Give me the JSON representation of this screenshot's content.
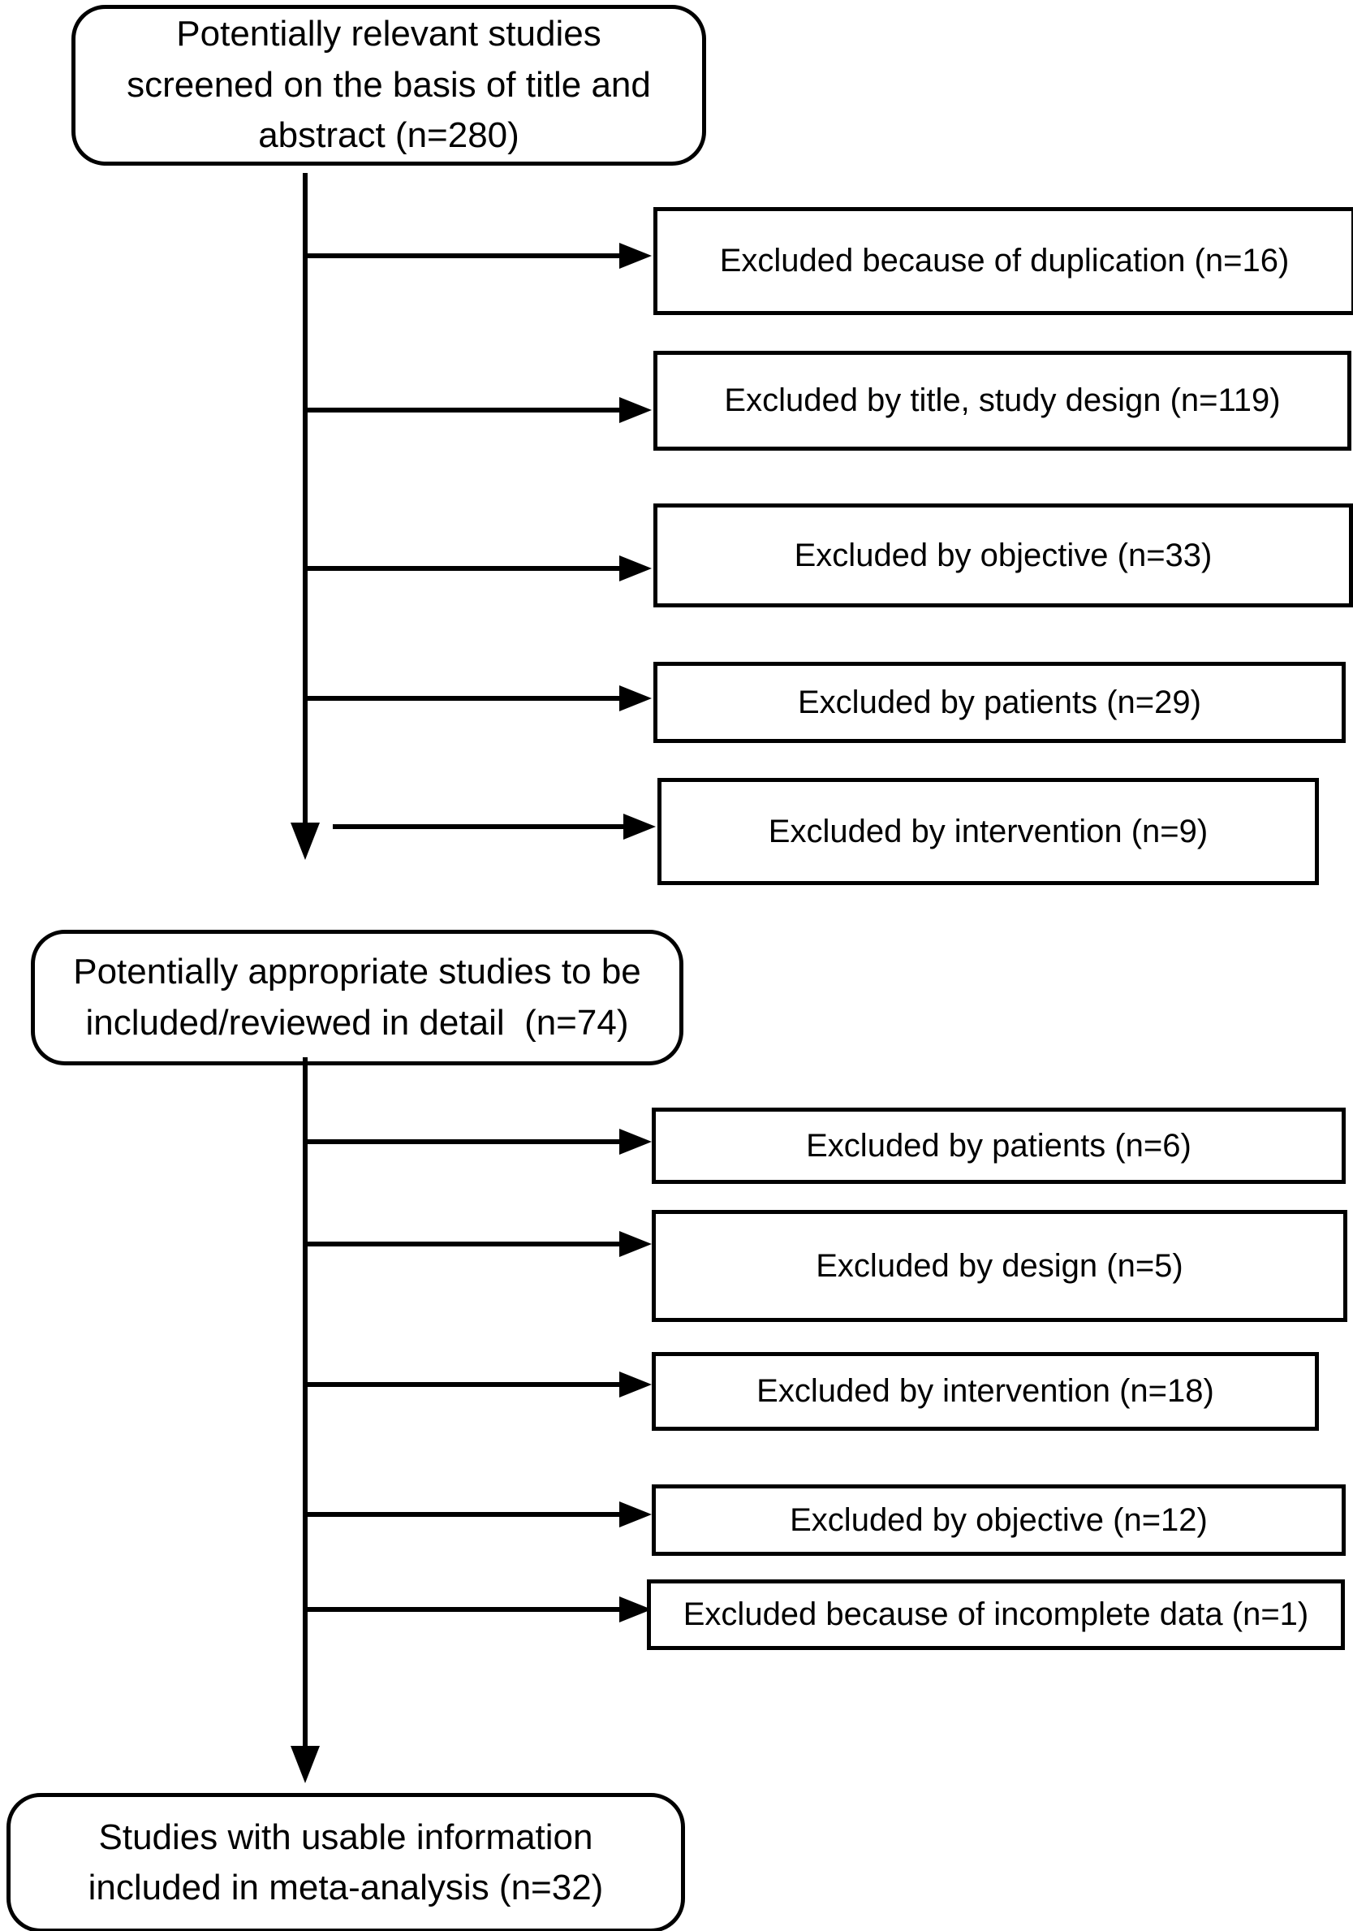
{
  "figure": {
    "type": "study-selection-flow-diagram",
    "background_color": "#ffffff",
    "stroke_color": "#000000",
    "stages": [
      {
        "id": "screened",
        "n": 280,
        "lines": [
          "Potentially relevant studies",
          "screened on the basis of title and",
          "abstract (n=280)"
        ]
      },
      {
        "id": "reviewed",
        "n": 74,
        "lines": [
          "Potentially appropriate studies to be",
          "included/reviewed in detail  (n=74)"
        ]
      },
      {
        "id": "included",
        "n": 32,
        "lines": [
          "Studies with usable information",
          "included in meta-analysis (n=32)"
        ]
      }
    ],
    "exclusions_round1": [
      {
        "label": "Excluded because of duplication (n=16)",
        "n": 16
      },
      {
        "label": "Excluded by title, study design (n=119)",
        "n": 119
      },
      {
        "label": "Excluded by objective (n=33)",
        "n": 33
      },
      {
        "label": "Excluded by patients (n=29)",
        "n": 29
      },
      {
        "label": "Excluded by intervention (n=9)",
        "n": 9
      }
    ],
    "exclusions_round2": [
      {
        "label": "Excluded by patients (n=6)",
        "n": 6
      },
      {
        "label": "Excluded by design (n=5)",
        "n": 5
      },
      {
        "label": "Excluded by intervention (n=18)",
        "n": 18
      },
      {
        "label": "Excluded by objective (n=12)",
        "n": 12
      },
      {
        "label": "Excluded because of incomplete data (n=1)",
        "n": 1
      }
    ]
  }
}
